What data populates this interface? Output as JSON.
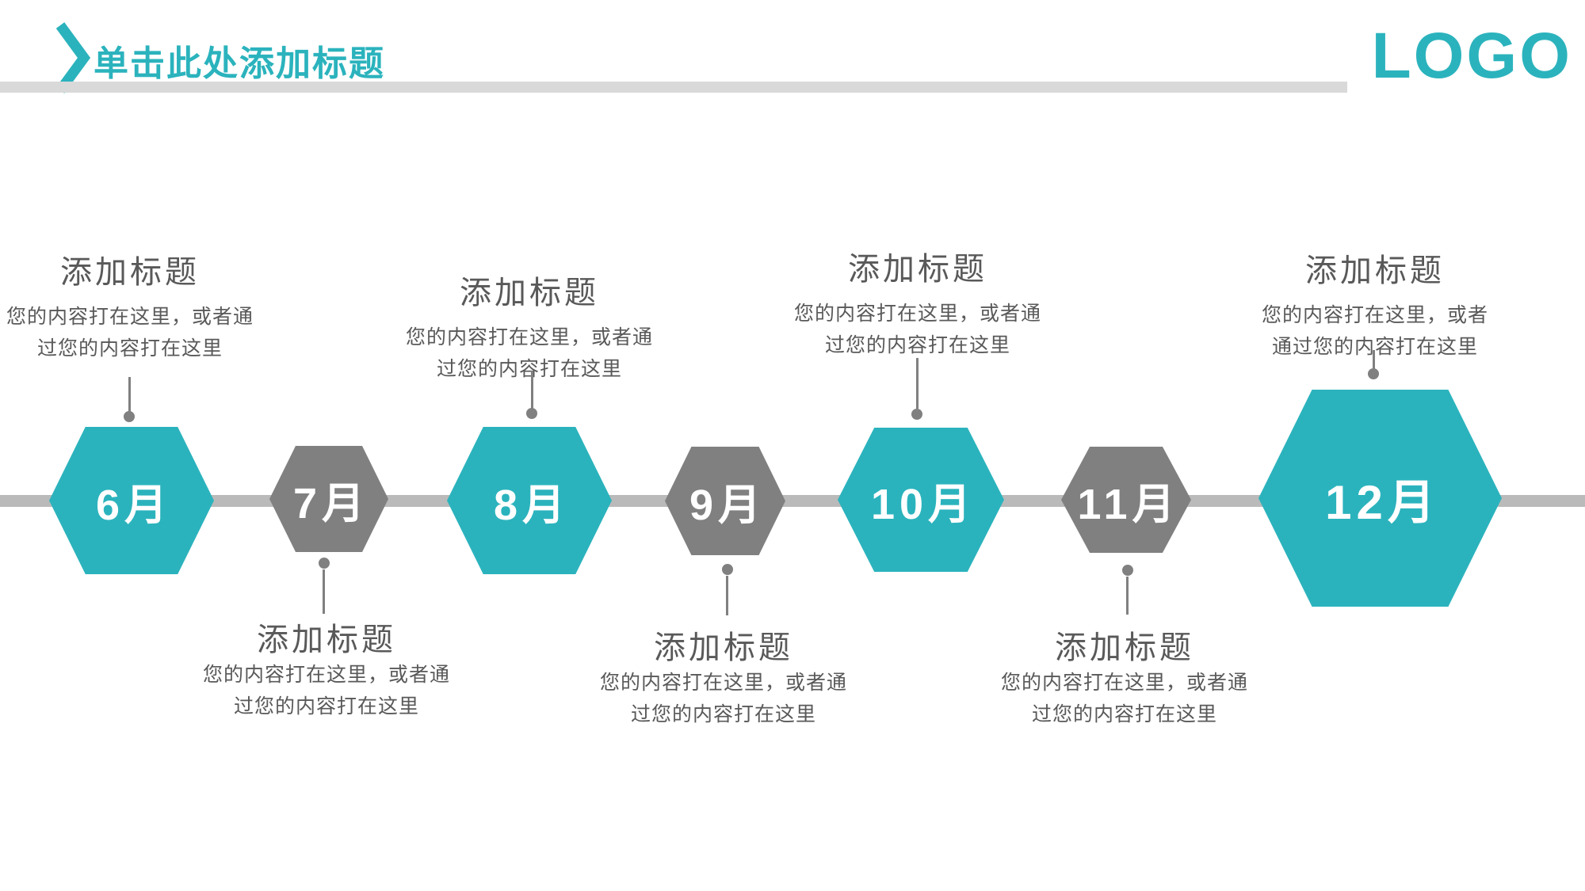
{
  "header": {
    "title": "单击此处添加标题",
    "logo": "LOGO"
  },
  "colors": {
    "teal": "#2BB3BD",
    "hex_gray": "#808080",
    "timeline_bar": "#BABABA",
    "header_rule": "#D9D9D9",
    "text_gray": "#595959",
    "connector": "#808080",
    "month_text": "#FFFFFF"
  },
  "timeline": {
    "items": [
      {
        "month": "6月",
        "title": "添加标题",
        "body_line1": "您的内容打在这里，或者通",
        "body_line2": "过您的内容打在这里",
        "color": "teal",
        "label_position": "above"
      },
      {
        "month": "7月",
        "title": "添加标题",
        "body_line1": "您的内容打在这里，或者通",
        "body_line2": "过您的内容打在这里",
        "color": "gray",
        "label_position": "below"
      },
      {
        "month": "8月",
        "title": "添加标题",
        "body_line1": "您的内容打在这里，或者通",
        "body_line2": "过您的内容打在这里",
        "color": "teal",
        "label_position": "above"
      },
      {
        "month": "9月",
        "title": "添加标题",
        "body_line1": "您的内容打在这里，或者通",
        "body_line2": "过您的内容打在这里",
        "color": "gray",
        "label_position": "below"
      },
      {
        "month": "10月",
        "title": "添加标题",
        "body_line1": "您的内容打在这里，或者通",
        "body_line2": "过您的内容打在这里",
        "color": "teal",
        "label_position": "above"
      },
      {
        "month": "11月",
        "title": "添加标题",
        "body_line1": "您的内容打在这里，或者通",
        "body_line2": "过您的内容打在这里",
        "color": "gray",
        "label_position": "below"
      },
      {
        "month": "12月",
        "title": "添加标题",
        "body_line1": "您的内容打在这里，或者",
        "body_line2": "通过您的内容打在这里",
        "color": "teal",
        "label_position": "above"
      }
    ]
  }
}
